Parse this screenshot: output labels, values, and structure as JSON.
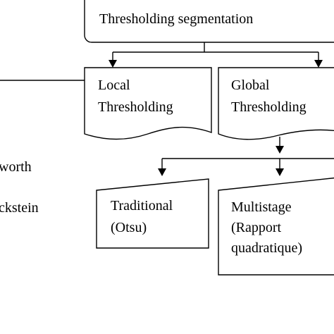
{
  "nodes": {
    "root": {
      "label": "Thresholding segmentation"
    },
    "local": {
      "lines": [
        "Local",
        "Thresholding"
      ]
    },
    "global": {
      "lines": [
        "Global",
        "Thresholding"
      ]
    },
    "traditional": {
      "lines": [
        "Traditional",
        "(Otsu)"
      ]
    },
    "multistage": {
      "lines": [
        "Multistage",
        "(Rapport",
        "quadratique)"
      ]
    }
  },
  "side_labels": {
    "top": "worth",
    "bottom": "ckstein"
  }
}
